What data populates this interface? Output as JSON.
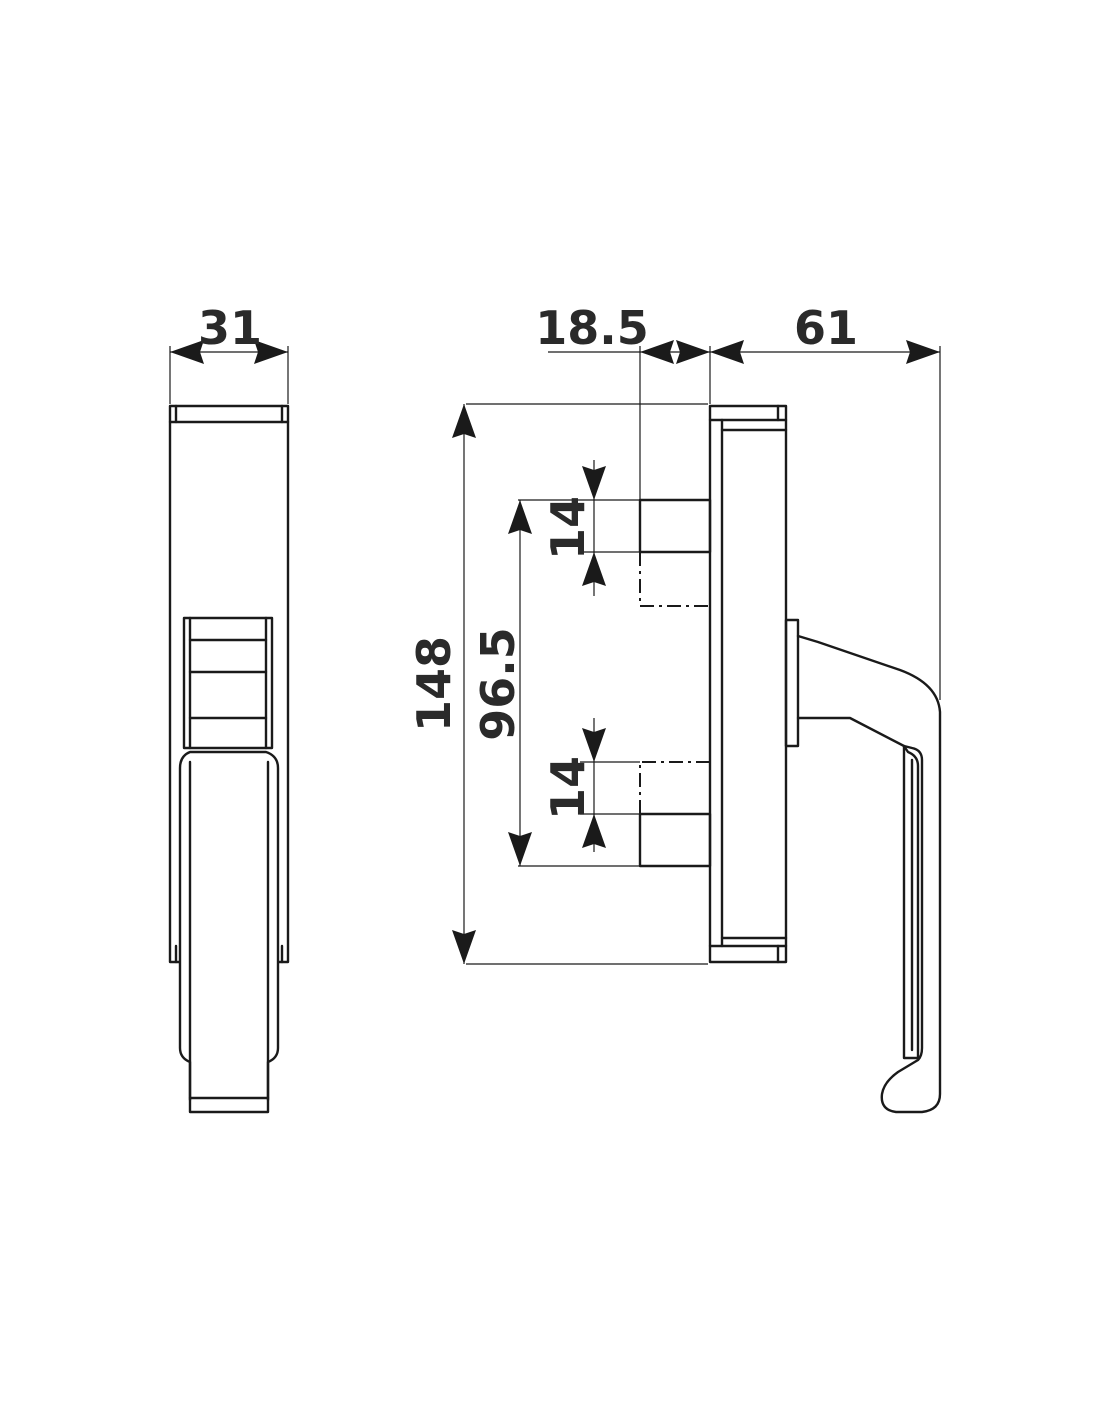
{
  "dimensions": {
    "width_side": "31",
    "spindle_offset": "18.5",
    "handle_projection": "61",
    "total_height": "148",
    "pin_spacing": "96.5",
    "upper_pin": "14",
    "lower_pin": "14"
  },
  "colors": {
    "line": "#1a1a1a",
    "text": "#2a2a2a",
    "background": "#ffffff"
  }
}
